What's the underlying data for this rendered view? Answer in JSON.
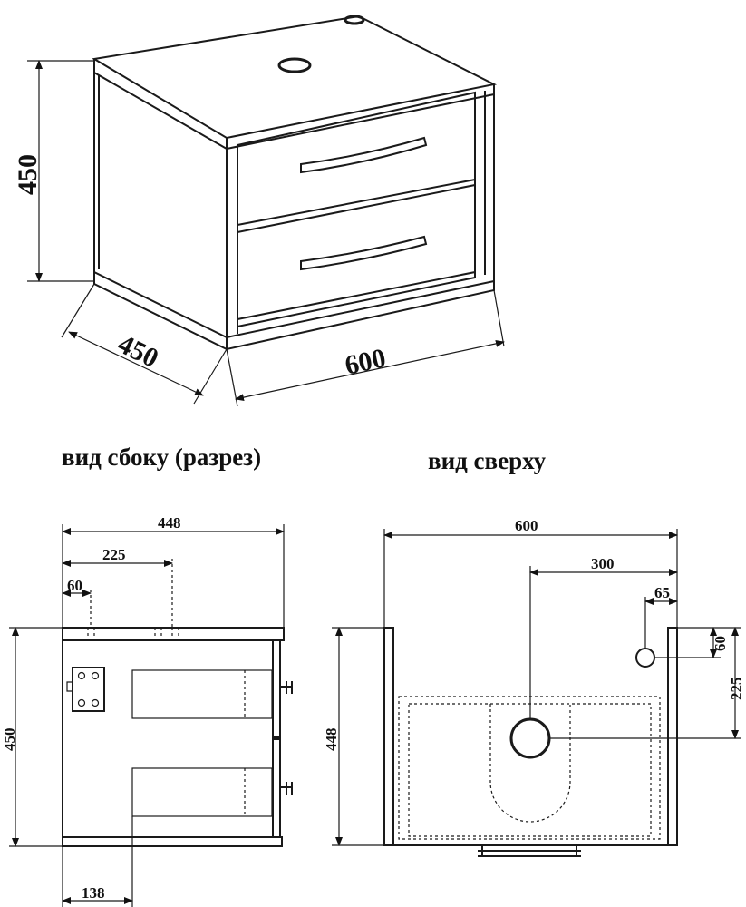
{
  "isometric": {
    "height_label": "450",
    "depth_label": "450",
    "width_label": "600"
  },
  "side_view": {
    "caption": "вид сбоку (разрез)",
    "dim_total_depth": "448",
    "dim_225": "225",
    "dim_60": "60",
    "dim_height": "450",
    "dim_138": "138"
  },
  "top_view": {
    "caption": "вид сверху",
    "dim_width": "600",
    "dim_300": "300",
    "dim_65": "65",
    "dim_60": "60",
    "dim_225": "225",
    "dim_depth": "448"
  }
}
